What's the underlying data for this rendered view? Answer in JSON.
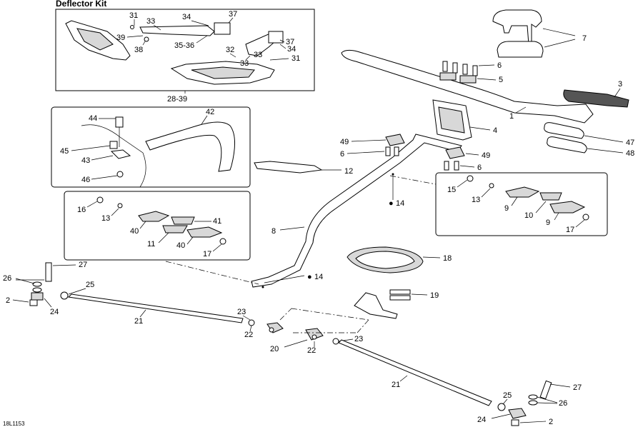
{
  "diagram": {
    "kit_title": "Deflector Kit",
    "kit_label": "28-39",
    "drawing_code": "18L1153",
    "drop_symbol": "●"
  },
  "callouts": {
    "c1": "1",
    "c2a": "2",
    "c2b": "2",
    "c3": "3",
    "c4": "4",
    "c5": "5",
    "c6a": "6",
    "c6b": "6",
    "c6c": "6",
    "c7": "7",
    "c8": "8",
    "c9a": "9",
    "c9b": "9",
    "c10": "10",
    "c11": "11",
    "c12": "12",
    "c13a": "13",
    "c13b": "13",
    "c14a": "14",
    "c14b": "14",
    "c15": "15",
    "c16": "16",
    "c17a": "17",
    "c17b": "17",
    "c18": "18",
    "c19": "19",
    "c20": "20",
    "c21a": "21",
    "c21b": "21",
    "c22a": "22",
    "c22b": "22",
    "c23a": "23",
    "c23b": "23",
    "c24a": "24",
    "c24b": "24",
    "c25a": "25",
    "c25b": "25",
    "c26a": "26",
    "c26b": "26",
    "c27a": "27",
    "c27b": "27",
    "c31a": "31",
    "c31b": "31",
    "c32": "32",
    "c33a": "33",
    "c33b": "33",
    "c33c": "33",
    "c34a": "34",
    "c34b": "34",
    "c37a": "37",
    "c37b": "37",
    "c38": "38",
    "c39": "39",
    "c3536": "35-36",
    "c40a": "40",
    "c40b": "40",
    "c41": "41",
    "c42": "42",
    "c43": "43",
    "c44": "44",
    "c45": "45",
    "c46": "46",
    "c47": "47",
    "c48": "48",
    "c49a": "49",
    "c49b": "49"
  }
}
